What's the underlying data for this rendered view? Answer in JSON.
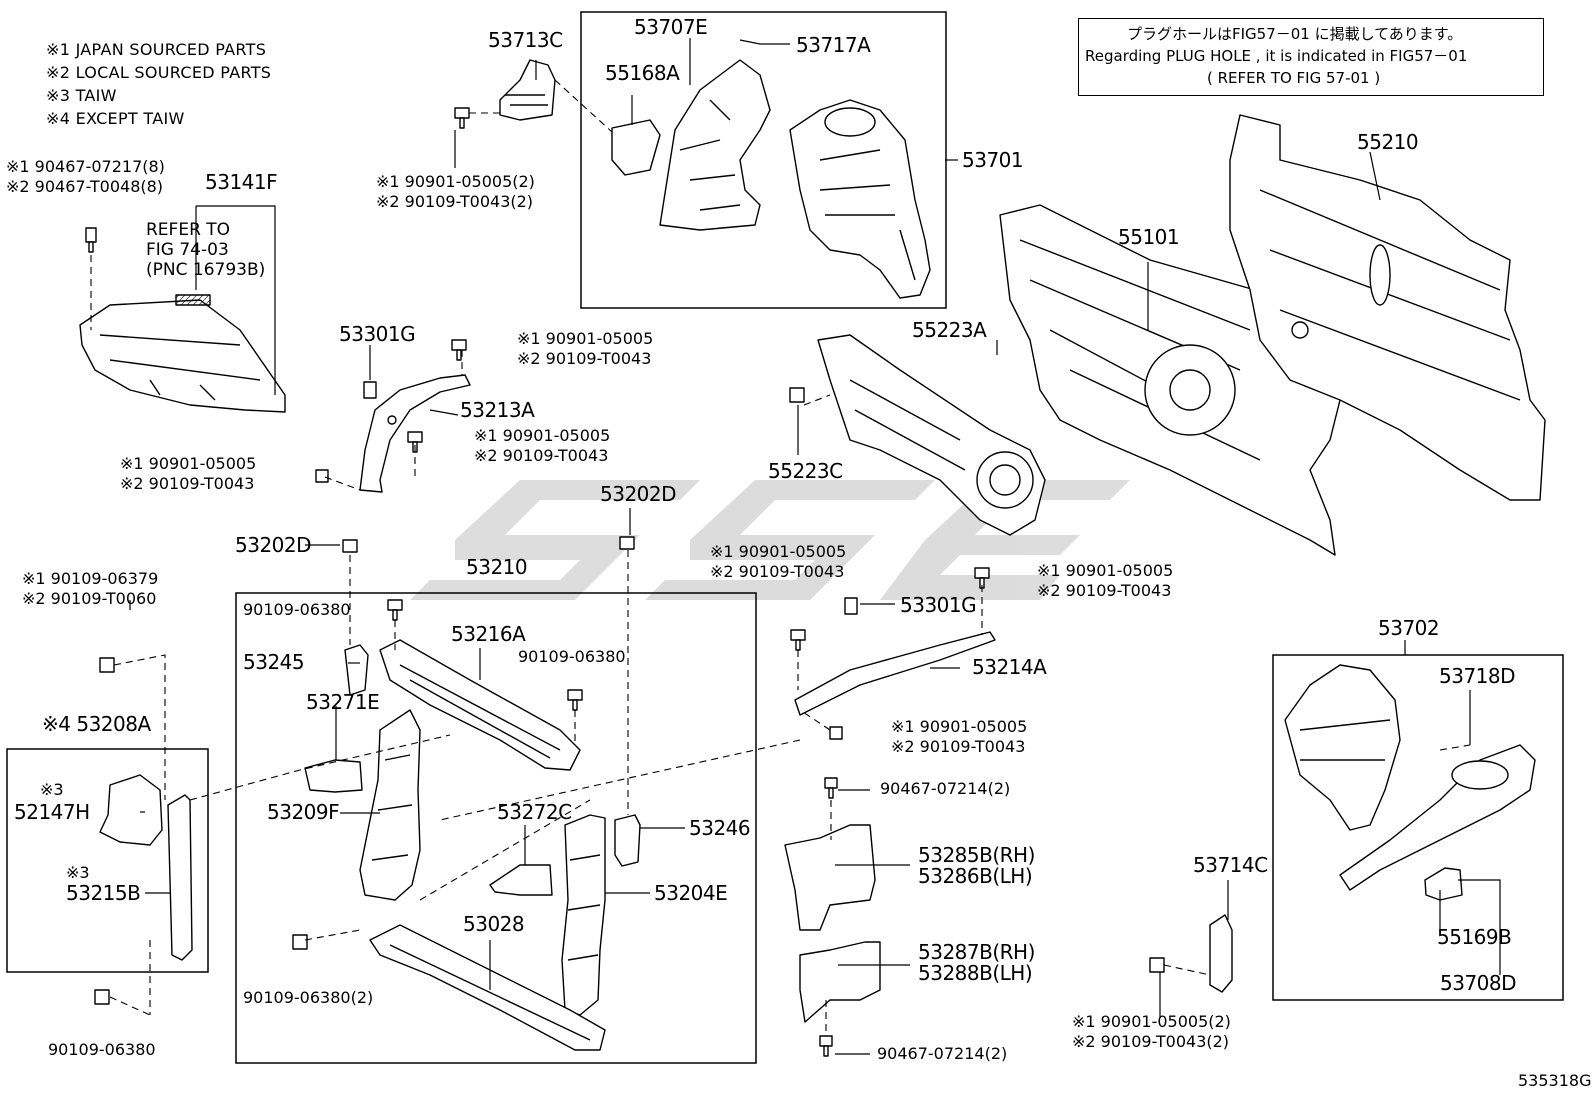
{
  "legend": [
    "※1 JAPAN SOURCED PARTS",
    "※2 LOCAL SOURCED PARTS",
    "※3 TAIW",
    "※4 EXCEPT TAIW"
  ],
  "plug_hole_note": {
    "line1": "プラグホールはFIG57－01 に掲載してあります。",
    "line2": "Regarding  PLUG HOLE , it is indicated in FIG57－01",
    "line3": "(    REFER TO FIG 57-01    )"
  },
  "refer_note": {
    "line1": "REFER TO",
    "line2": "FIG 74-03",
    "line3": "(PNC 16793B)"
  },
  "labels": {
    "p53713C": "53713C",
    "p53707E": "53707E",
    "p55168A": "55168A",
    "p53717A": "53717A",
    "p53701": "53701",
    "p55210": "55210",
    "p55101": "55101",
    "p53141F": "53141F",
    "p55223A": "55223A",
    "p55223C": "55223C",
    "p53301G_a": "53301G",
    "p53213A": "53213A",
    "p53202D_a": "53202D",
    "p53202D_b": "53202D",
    "p53210": "53210",
    "p53216A": "53216A",
    "p53245": "53245",
    "p53271E": "53271E",
    "p53209F": "53209F",
    "p53272C": "53272C",
    "p53246": "53246",
    "p53204E": "53204E",
    "p53028": "53028",
    "p53208A": "※4 53208A",
    "p52147H_tag": "※3",
    "p52147H": "52147H",
    "p53215B_tag": "※3",
    "p53215B": "53215B",
    "p53301G_b": "53301G",
    "p53214A": "53214A",
    "p53285B": "53285B(RH)",
    "p53286B": "53286B(LH)",
    "p53287B": "53287B(RH)",
    "p53288B": "53288B(LH)",
    "p53702": "53702",
    "p53718D": "53718D",
    "p53714C": "53714C",
    "p55169B": "55169B",
    "p53708D": "53708D",
    "diagram_id": "535318G"
  },
  "fasteners": {
    "f_top_left_1": "※1 90467-07217(8)",
    "f_top_left_2": "※2 90467-T0048(8)",
    "f_top_mid_1": "※1 90901-05005(2)",
    "f_top_mid_2": "※2 90109-T0043(2)",
    "f_53213_top_1": "※1 90901-05005",
    "f_53213_top_2": "※2 90109-T0043",
    "f_53213_mid_1": "※1 90901-05005",
    "f_53213_mid_2": "※2 90109-T0043",
    "f_53213_left_1": "※1 90901-05005",
    "f_53213_left_2": "※2 90109-T0043",
    "f_left_1": "※1 90109-06379",
    "f_left_2": "※2 90109-T0060",
    "f_inner_a": "90109-06380",
    "f_inner_b": "90109-06380",
    "f_inner_c": "90109-06380(2)",
    "f_left_bottom": "90109-06380",
    "f_center_1": "※1 90901-05005",
    "f_center_2": "※2 90109-T0043",
    "f_right_1": "※1 90901-05005",
    "f_right_2": "※2 90109-T0043",
    "f_lower_1": "※1 90901-05005",
    "f_lower_2": "※2 90109-T0043",
    "f_clip_top": "90467-07214(2)",
    "f_clip_bottom": "90467-07214(2)",
    "f_br_1": "※1 90901-05005(2)",
    "f_br_2": "※2 90109-T0043(2)"
  }
}
